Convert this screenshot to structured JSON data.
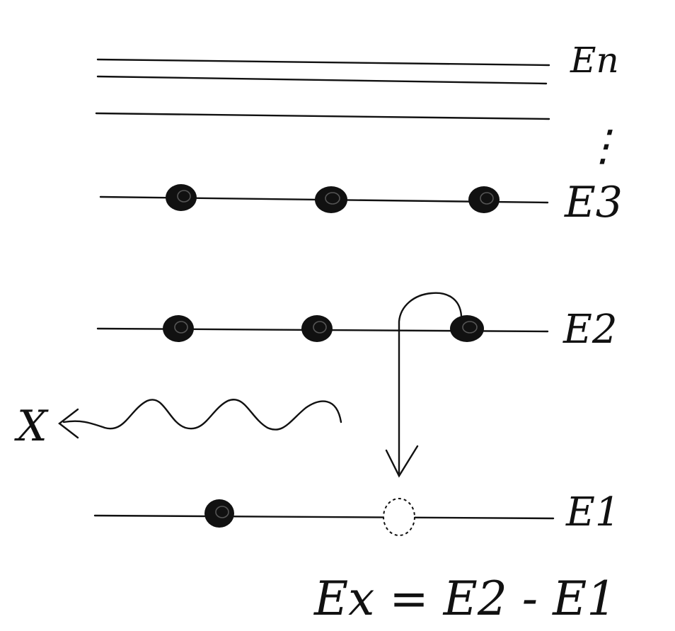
{
  "levels": {
    "top": "En",
    "dots": "⋮",
    "e3": "E3",
    "e2": "E2",
    "e1": "E1"
  },
  "photon_label": "X",
  "equation": "Ex = E2 - E1",
  "colors": {
    "ink": "#111111",
    "background": "#ffffff"
  }
}
